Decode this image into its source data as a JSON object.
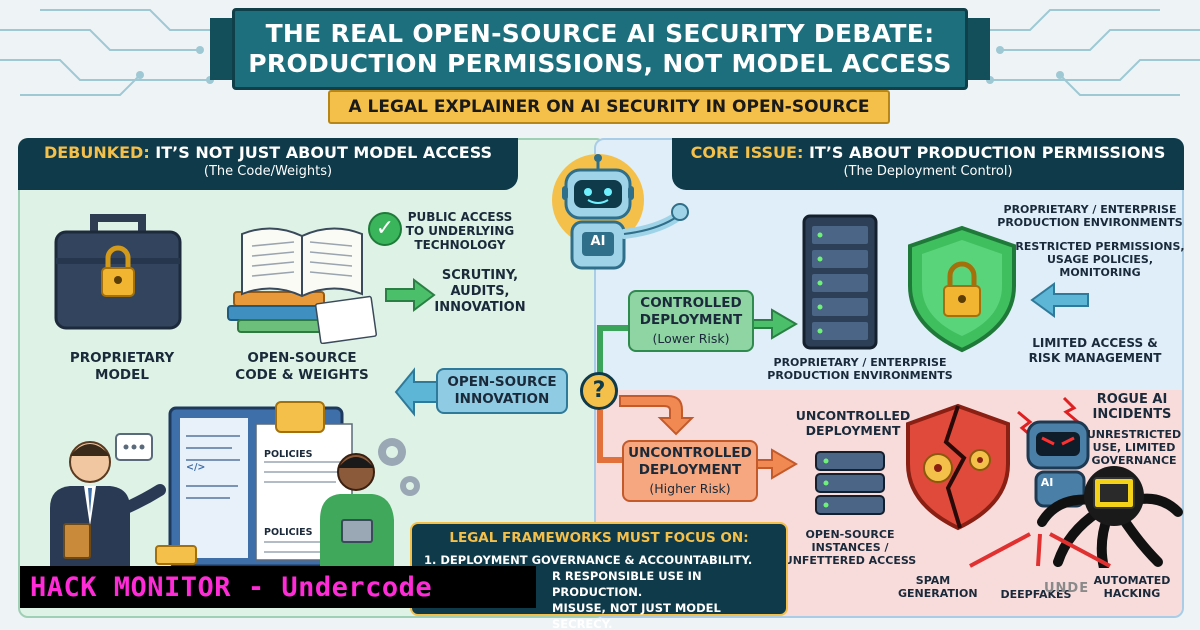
{
  "title": {
    "line1": "The Real Open-Source AI Security Debate:",
    "line2": "Production Permissions, Not Model Access"
  },
  "subtitle": "A Legal Explainer on AI Security in Open-Source",
  "left_panel": {
    "heading_accent": "Debunked:",
    "heading_rest": " It’s Not Just About Model Access",
    "heading_sub": "(The Code/Weights)",
    "proprietary_model": {
      "line1": "Proprietary",
      "line2": "Model"
    },
    "open_source_code": {
      "line1": "Open-Source",
      "line2": "Code & Weights"
    },
    "public_access": {
      "line1": "Public Access",
      "line2": "to Underlying",
      "line3": "Technology"
    },
    "scrutiny": {
      "line1": "Scrutiny,",
      "line2": "Audits,",
      "line3": "Innovation"
    },
    "doc_policies_1": "POLICIES",
    "doc_policies_2": "POLICIES",
    "code_tag": "</>"
  },
  "center": {
    "robot_badge": "AI",
    "open_source_innovation": {
      "line1": "Open-Source",
      "line2": "Innovation"
    },
    "question_mark": "?",
    "controlled": {
      "line1": "Controlled",
      "line2": "Deployment",
      "sub": "(Lower Risk)"
    },
    "uncontrolled": {
      "line1": "Uncontrolled",
      "line2": "Deployment",
      "sub": "(Higher Risk)"
    }
  },
  "right_panel": {
    "heading_accent": "Core Issue:",
    "heading_rest": " It’s About Production Permissions",
    "heading_sub": "(The Deployment Control)",
    "prop_env_top": {
      "line1": "Proprietary / Enterprise",
      "line2": "Production Environments"
    },
    "restricted": {
      "line1": "Restricted Permissions,",
      "line2": "Usage Policies,",
      "line3": "Monitoring"
    },
    "limited_access": {
      "line1": "Limited Access &",
      "line2": "Risk Management"
    },
    "prop_env_bottom": {
      "line1": "Proprietary / Enterprise",
      "line2": "Production Environments"
    },
    "uncontrolled_dep": {
      "line1": "Uncontrolled",
      "line2": "Deployment"
    },
    "rogue": {
      "line1": "Rogue AI",
      "line2": "Incidents"
    },
    "unrestricted": {
      "line1": "Unrestricted",
      "line2": "Use, Limited",
      "line3": "Governance"
    },
    "open_instances": {
      "line1": "Open-Source",
      "line2": "Instances /",
      "line3": "Unfettered Access"
    },
    "spam": {
      "line1": "Spam",
      "line2": "Generation"
    },
    "deepfakes": "Deepfakes",
    "automated": {
      "line1": "Automated",
      "line2": "Hacking"
    },
    "ai_badge": "AI",
    "watermark": "UNDE"
  },
  "legal": {
    "title": "Legal Frameworks Must Focus On:",
    "item1": "1. Deployment Governance & Accountability.",
    "item2": "r Responsible Use in Production.",
    "item3": "Misuse, Not Just Model Secrecy."
  },
  "overlay_banner": "HACK MONITOR - Undercode",
  "colors": {
    "teal": "#1d6f7d",
    "navy": "#0f3a4a",
    "gold": "#f5c04a",
    "green_panel": "#dff2e6",
    "blue_panel": "#dfeef8",
    "red_panel": "#f8dcdc",
    "magenta": "#ff2bd6"
  }
}
